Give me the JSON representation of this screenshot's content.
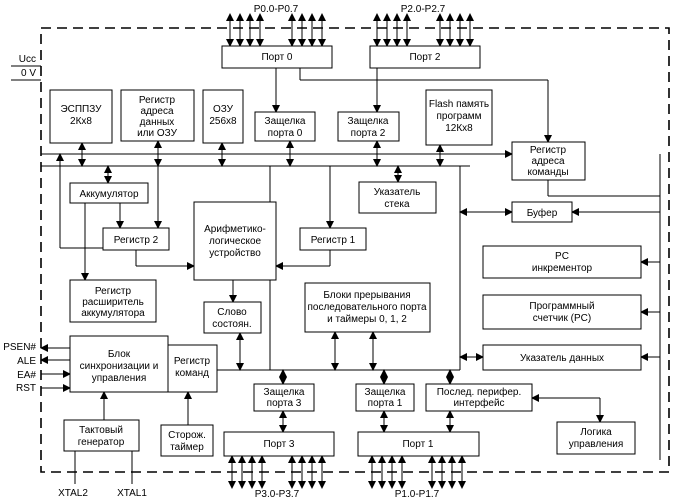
{
  "pins": {
    "p0": "P0.0-P0.7",
    "p2": "P2.0-P2.7",
    "p3": "P3.0-P3.7",
    "p1": "P1.0-P1.7",
    "ucc": "Ucc",
    "gnd": "0 V",
    "psen": "PSEN#",
    "ale": "ALE",
    "ea": "EA#",
    "rst": "RST",
    "xtal2": "XTAL2",
    "xtal1": "XTAL1"
  },
  "blocks": {
    "port0": "Порт 0",
    "port2": "Порт 2",
    "eeprom": [
      "ЭСППЗУ",
      "2Кx8"
    ],
    "addr_reg": [
      "Регистр",
      "адреса",
      "данных",
      "или ОЗУ"
    ],
    "ram": [
      "ОЗУ",
      "256x8"
    ],
    "latch0": [
      "Защелка",
      "порта 0"
    ],
    "latch2": [
      "Защелка",
      "порта 2"
    ],
    "flash": [
      "Flash память",
      "программ",
      "12Кx8"
    ],
    "cmd_addr_reg": [
      "Регистр",
      "адреса",
      "команды"
    ],
    "accumulator": "Аккумулятор",
    "stack_ptr": [
      "Указатель",
      "стека"
    ],
    "buffer": "Буфер",
    "reg2": "Регистр 2",
    "alu": [
      "Арифметико-",
      "логическое",
      "устройство"
    ],
    "reg1": "Регистр 1",
    "pc_inc": [
      "PC",
      "инкрементор"
    ],
    "prog_counter": [
      "Программный",
      "счетчик (PC)"
    ],
    "acc_ext": [
      "Регистр",
      "расширитель",
      "аккумулятора"
    ],
    "status": [
      "Слово",
      "состоян."
    ],
    "interrupts": [
      "Блоки прерывания",
      "последовательного порта",
      "и таймеры 0, 1, 2"
    ],
    "data_ptr": "Указатель данных",
    "sync": [
      "Блок",
      "синхронизации и",
      "управления"
    ],
    "cmd_reg": [
      "Регистр",
      "команд"
    ],
    "latch3": [
      "Защелка",
      "порта 3"
    ],
    "latch1": [
      "Защелка",
      "порта 1"
    ],
    "spi": [
      "Послед. перифер.",
      "интерфейс"
    ],
    "clock": [
      "Тактовый",
      "генератор"
    ],
    "watchdog": [
      "Сторож.",
      "таймер"
    ],
    "port3": "Порт 3",
    "port1": "Порт 1",
    "logic": [
      "Логика",
      "управления"
    ]
  }
}
